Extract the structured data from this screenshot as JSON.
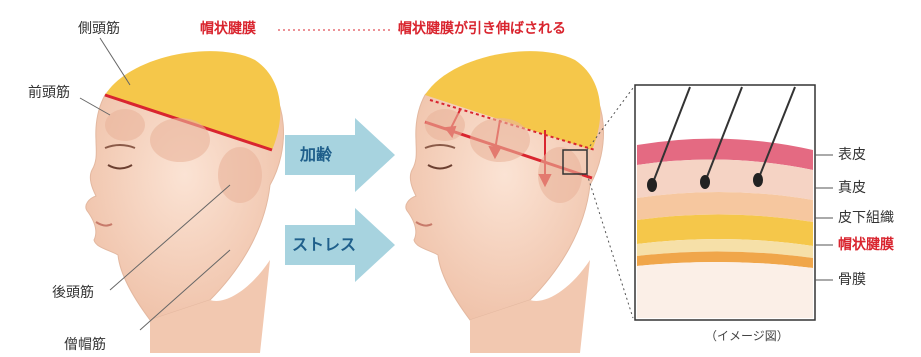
{
  "labels": {
    "temporal": "側頭筋",
    "frontal": "前頭筋",
    "occipital": "後頭筋",
    "platysma": "僧帽筋",
    "galea_top": "帽状腱膜",
    "galea_stretched": "帽状腱膜が引き伸ばされる"
  },
  "arrows": {
    "aging": "加齢",
    "stress": "ストレス"
  },
  "layers": {
    "epidermis": "表皮",
    "dermis": "真皮",
    "subcutaneous": "皮下組織",
    "galea": "帽状腱膜",
    "periosteum": "骨膜"
  },
  "caption": "（イメージ図）",
  "colors": {
    "skin": "#f6d3bf",
    "skin_shade": "#e9b49a",
    "scalp": "#f5c74a",
    "galea_red": "#d9252f",
    "arrow_fill": "#a7d3df",
    "arrow_text": "#1f5f8b",
    "bone": "#f0a64a"
  }
}
